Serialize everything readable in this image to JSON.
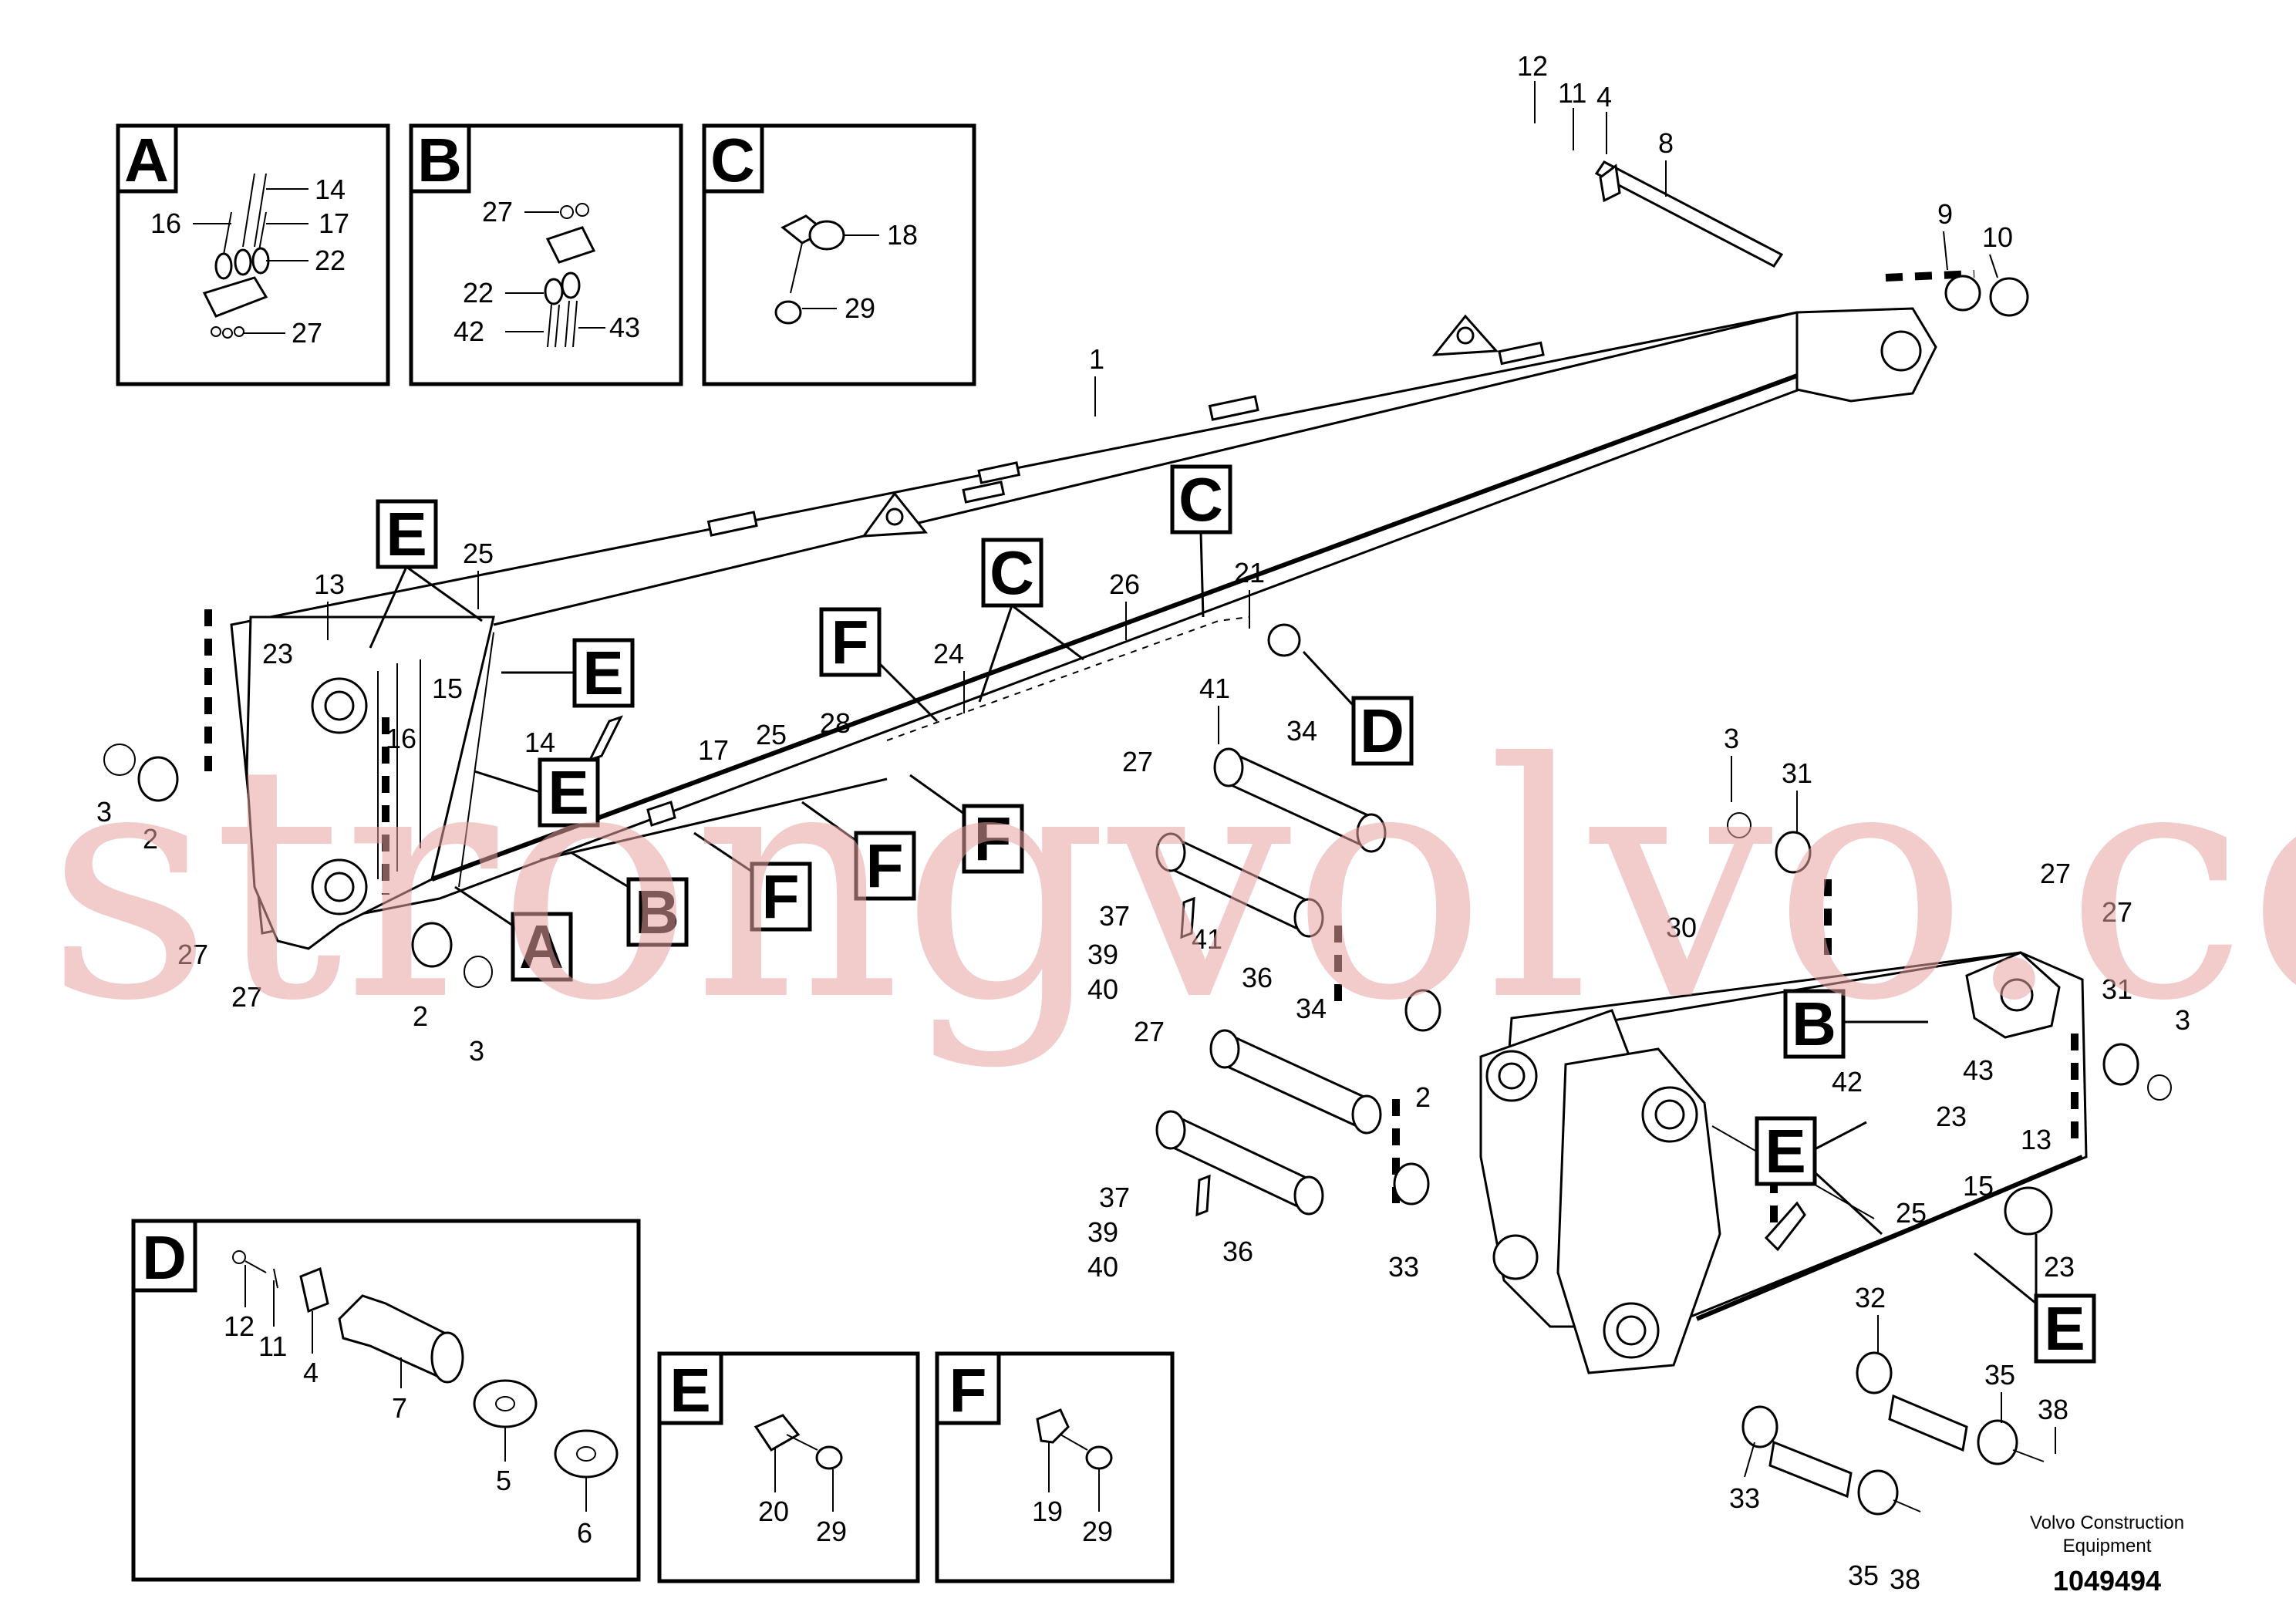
{
  "diagram": {
    "detail_boxes": [
      {
        "id": "A",
        "callouts": [
          "14",
          "16",
          "17",
          "22",
          "27"
        ]
      },
      {
        "id": "B",
        "callouts": [
          "27",
          "22",
          "42",
          "43"
        ]
      },
      {
        "id": "C",
        "callouts": [
          "18",
          "29"
        ]
      },
      {
        "id": "D",
        "callouts": [
          "12",
          "11",
          "4",
          "7",
          "5",
          "6"
        ]
      },
      {
        "id": "E",
        "callouts": [
          "20",
          "29"
        ]
      },
      {
        "id": "F",
        "callouts": [
          "19",
          "29"
        ]
      }
    ],
    "watermark": "strongvolvo.com",
    "footer": {
      "company_line1": "Volvo Construction",
      "company_line2": "Equipment",
      "figure_number": "1049494"
    }
  }
}
